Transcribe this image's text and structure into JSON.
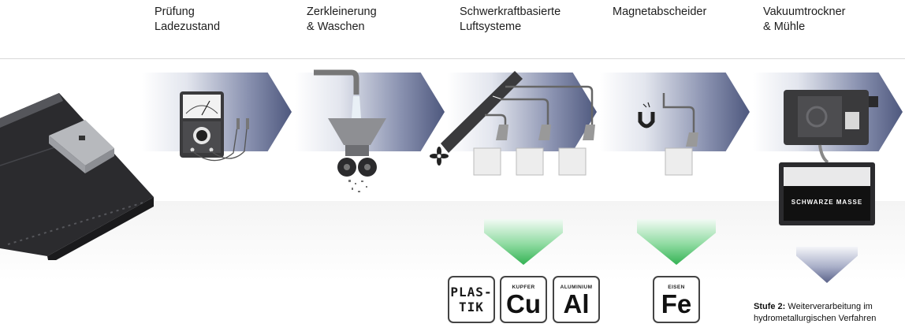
{
  "steps": [
    {
      "line1": "Prüfung",
      "line2": "Ladezustand"
    },
    {
      "line1": "Zerkleinerung",
      "line2": "& Waschen"
    },
    {
      "line1": "Schwerkraftbasierte",
      "line2": "Luftsysteme"
    },
    {
      "line1": "Magnetabscheider",
      "line2": ""
    },
    {
      "line1": "Vakuumtrockner",
      "line2": "& Mühle"
    }
  ],
  "elements": [
    {
      "line1": "PLAS-",
      "line2": "TIK"
    },
    {
      "small": "KUPFER",
      "symbol": "Cu"
    },
    {
      "small": "ALUMINIUM",
      "symbol": "Al"
    },
    {
      "small": "EISEN",
      "symbol": "Fe"
    }
  ],
  "black_mass_label": "SCHWARZE MASSE",
  "stage2": {
    "bold": "Stufe 2:",
    "rest": " Weiterverarbeitung im",
    "line2": "hydrometallurgischen Verfahren"
  },
  "colors": {
    "arrow_dark": "#4e587e",
    "green": "#34b254",
    "battery": "#2b2b2e"
  },
  "icons": [
    "battery-pack-icon",
    "multimeter-icon",
    "shredder-icon",
    "air-separator-icon",
    "fan-icon",
    "magnet-icon",
    "vacuum-dryer-icon"
  ]
}
